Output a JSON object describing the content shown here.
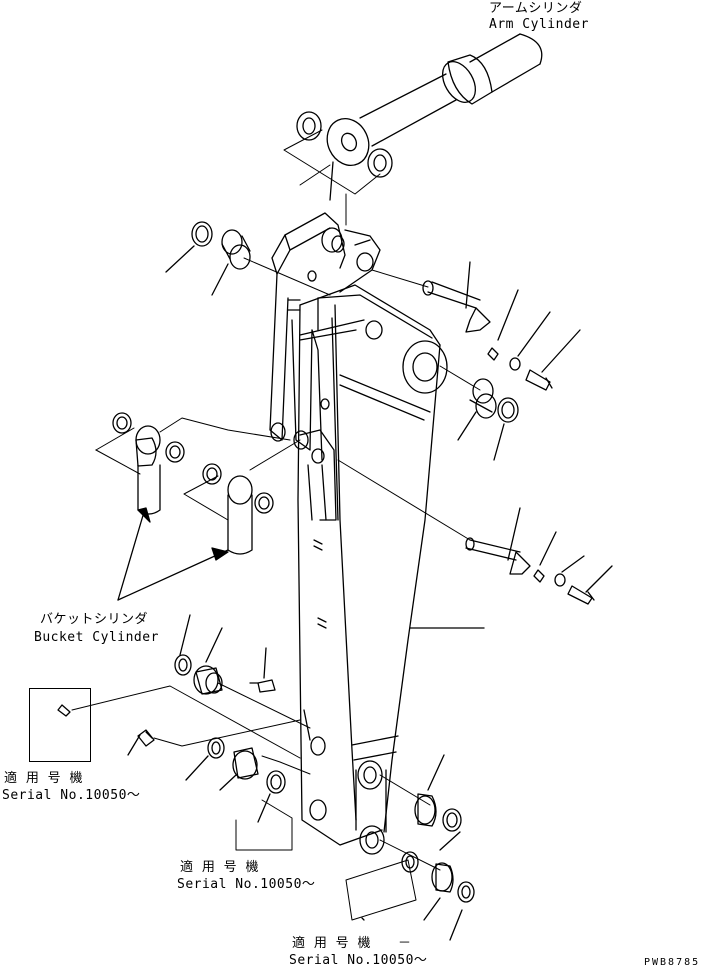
{
  "labels": {
    "arm_cylinder_jp": "アームシリンダ",
    "arm_cylinder_en": "Arm Cylinder",
    "bucket_cylinder_jp": "バケットシリンダ",
    "bucket_cylinder_en": "Bucket Cylinder",
    "serial_left_jp": "適 用 号 機",
    "serial_left_en": "Serial No.10050～",
    "serial_mid_jp": "適 用 号 機",
    "serial_mid_en": "Serial No.10050～",
    "serial_bottom_jp": "適 用 号 機　　－",
    "serial_bottom_en": "Serial No.10050～",
    "drawing_code": "PWB8785"
  }
}
